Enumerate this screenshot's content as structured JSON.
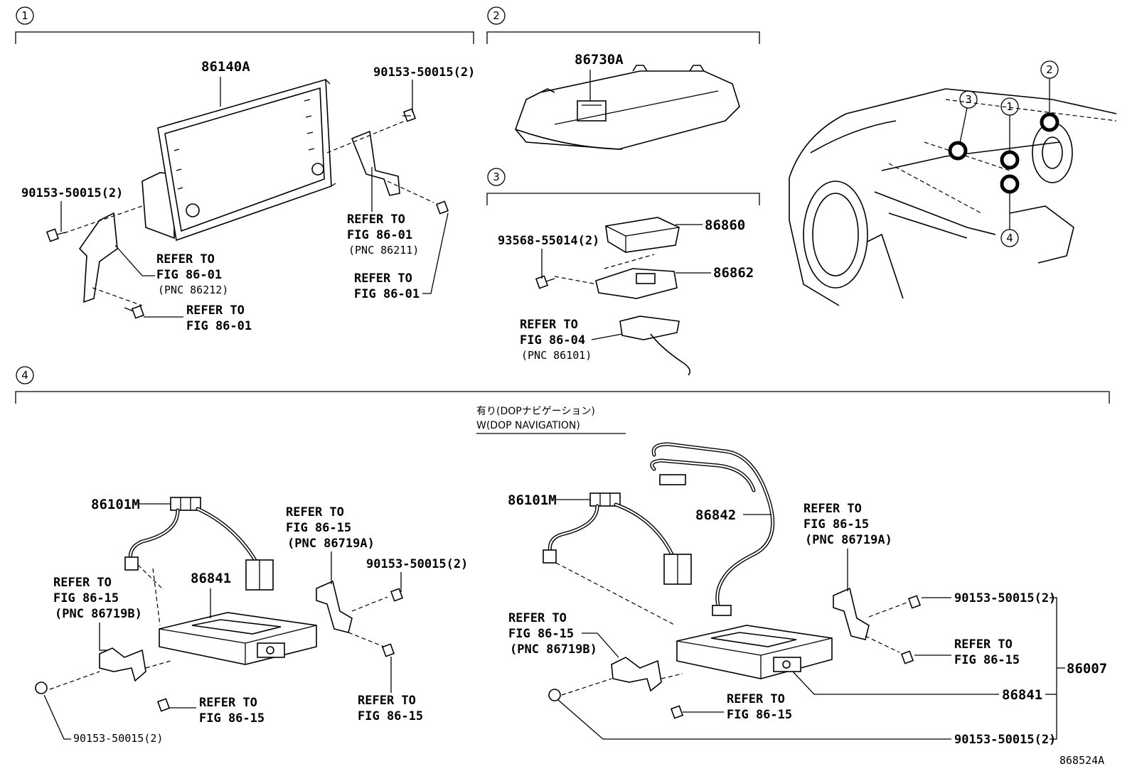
{
  "sections": [
    {
      "num": "1"
    },
    {
      "num": "2"
    },
    {
      "num": "3"
    },
    {
      "num": "4"
    }
  ],
  "s1": {
    "display_part": "86140A",
    "bolt_tr": "90153-50015(2)",
    "bolt_l": "90153-50015(2)",
    "ref_l": {
      "l1": "REFER TO",
      "l2": "FIG 86-01",
      "l3": "(PNC 86212)"
    },
    "ref_bl": {
      "l1": "REFER TO",
      "l2": "FIG 86-01"
    },
    "ref_r": {
      "l1": "REFER TO",
      "l2": "FIG 86-01",
      "l3": "(PNC 86211)"
    },
    "ref_br": {
      "l1": "REFER TO",
      "l2": "FIG 86-01"
    }
  },
  "s2": {
    "part": "86730A"
  },
  "s3": {
    "bolt": "93568-55014(2)",
    "part_a": "86860",
    "part_b": "86862",
    "ref": {
      "l1": "REFER TO",
      "l2": "FIG 86-04",
      "l3": "(PNC 86101)"
    }
  },
  "locator": {
    "markers": [
      "1",
      "2",
      "3",
      "4"
    ]
  },
  "s4": {
    "note_jp": "有り(DOPナビゲーション)",
    "note_en": "W(DOP NAVIGATION)",
    "left": {
      "harness": "86101M",
      "unit": "86841",
      "bolt_tr": "90153-50015(2)",
      "bolt_bl": "90153-50015(2)",
      "ref_tl": {
        "l1": "REFER TO",
        "l2": "FIG 86-15",
        "l3": "(PNC 86719A)"
      },
      "ref_l": {
        "l1": "REFER TO",
        "l2": "FIG 86-15",
        "l3": "(PNC 86719B)"
      },
      "ref_b": {
        "l1": "REFER TO",
        "l2": "FIG 86-15"
      },
      "ref_br": {
        "l1": "REFER TO",
        "l2": "FIG 86-15"
      }
    },
    "right": {
      "harness": "86101M",
      "cable": "86842",
      "unit": "86841",
      "assembly": "86007",
      "bolt_tr": "90153-50015(2)",
      "bolt_b": "90153-50015(2)",
      "ref_tr": {
        "l1": "REFER TO",
        "l2": "FIG 86-15",
        "l3": "(PNC 86719A)"
      },
      "ref_l": {
        "l1": "REFER TO",
        "l2": "FIG 86-15",
        "l3": "(PNC 86719B)"
      },
      "ref_r": {
        "l1": "REFER TO",
        "l2": "FIG 86-15"
      },
      "ref_b": {
        "l1": "REFER TO",
        "l2": "FIG 86-15"
      }
    }
  },
  "figure_id": "868524A"
}
